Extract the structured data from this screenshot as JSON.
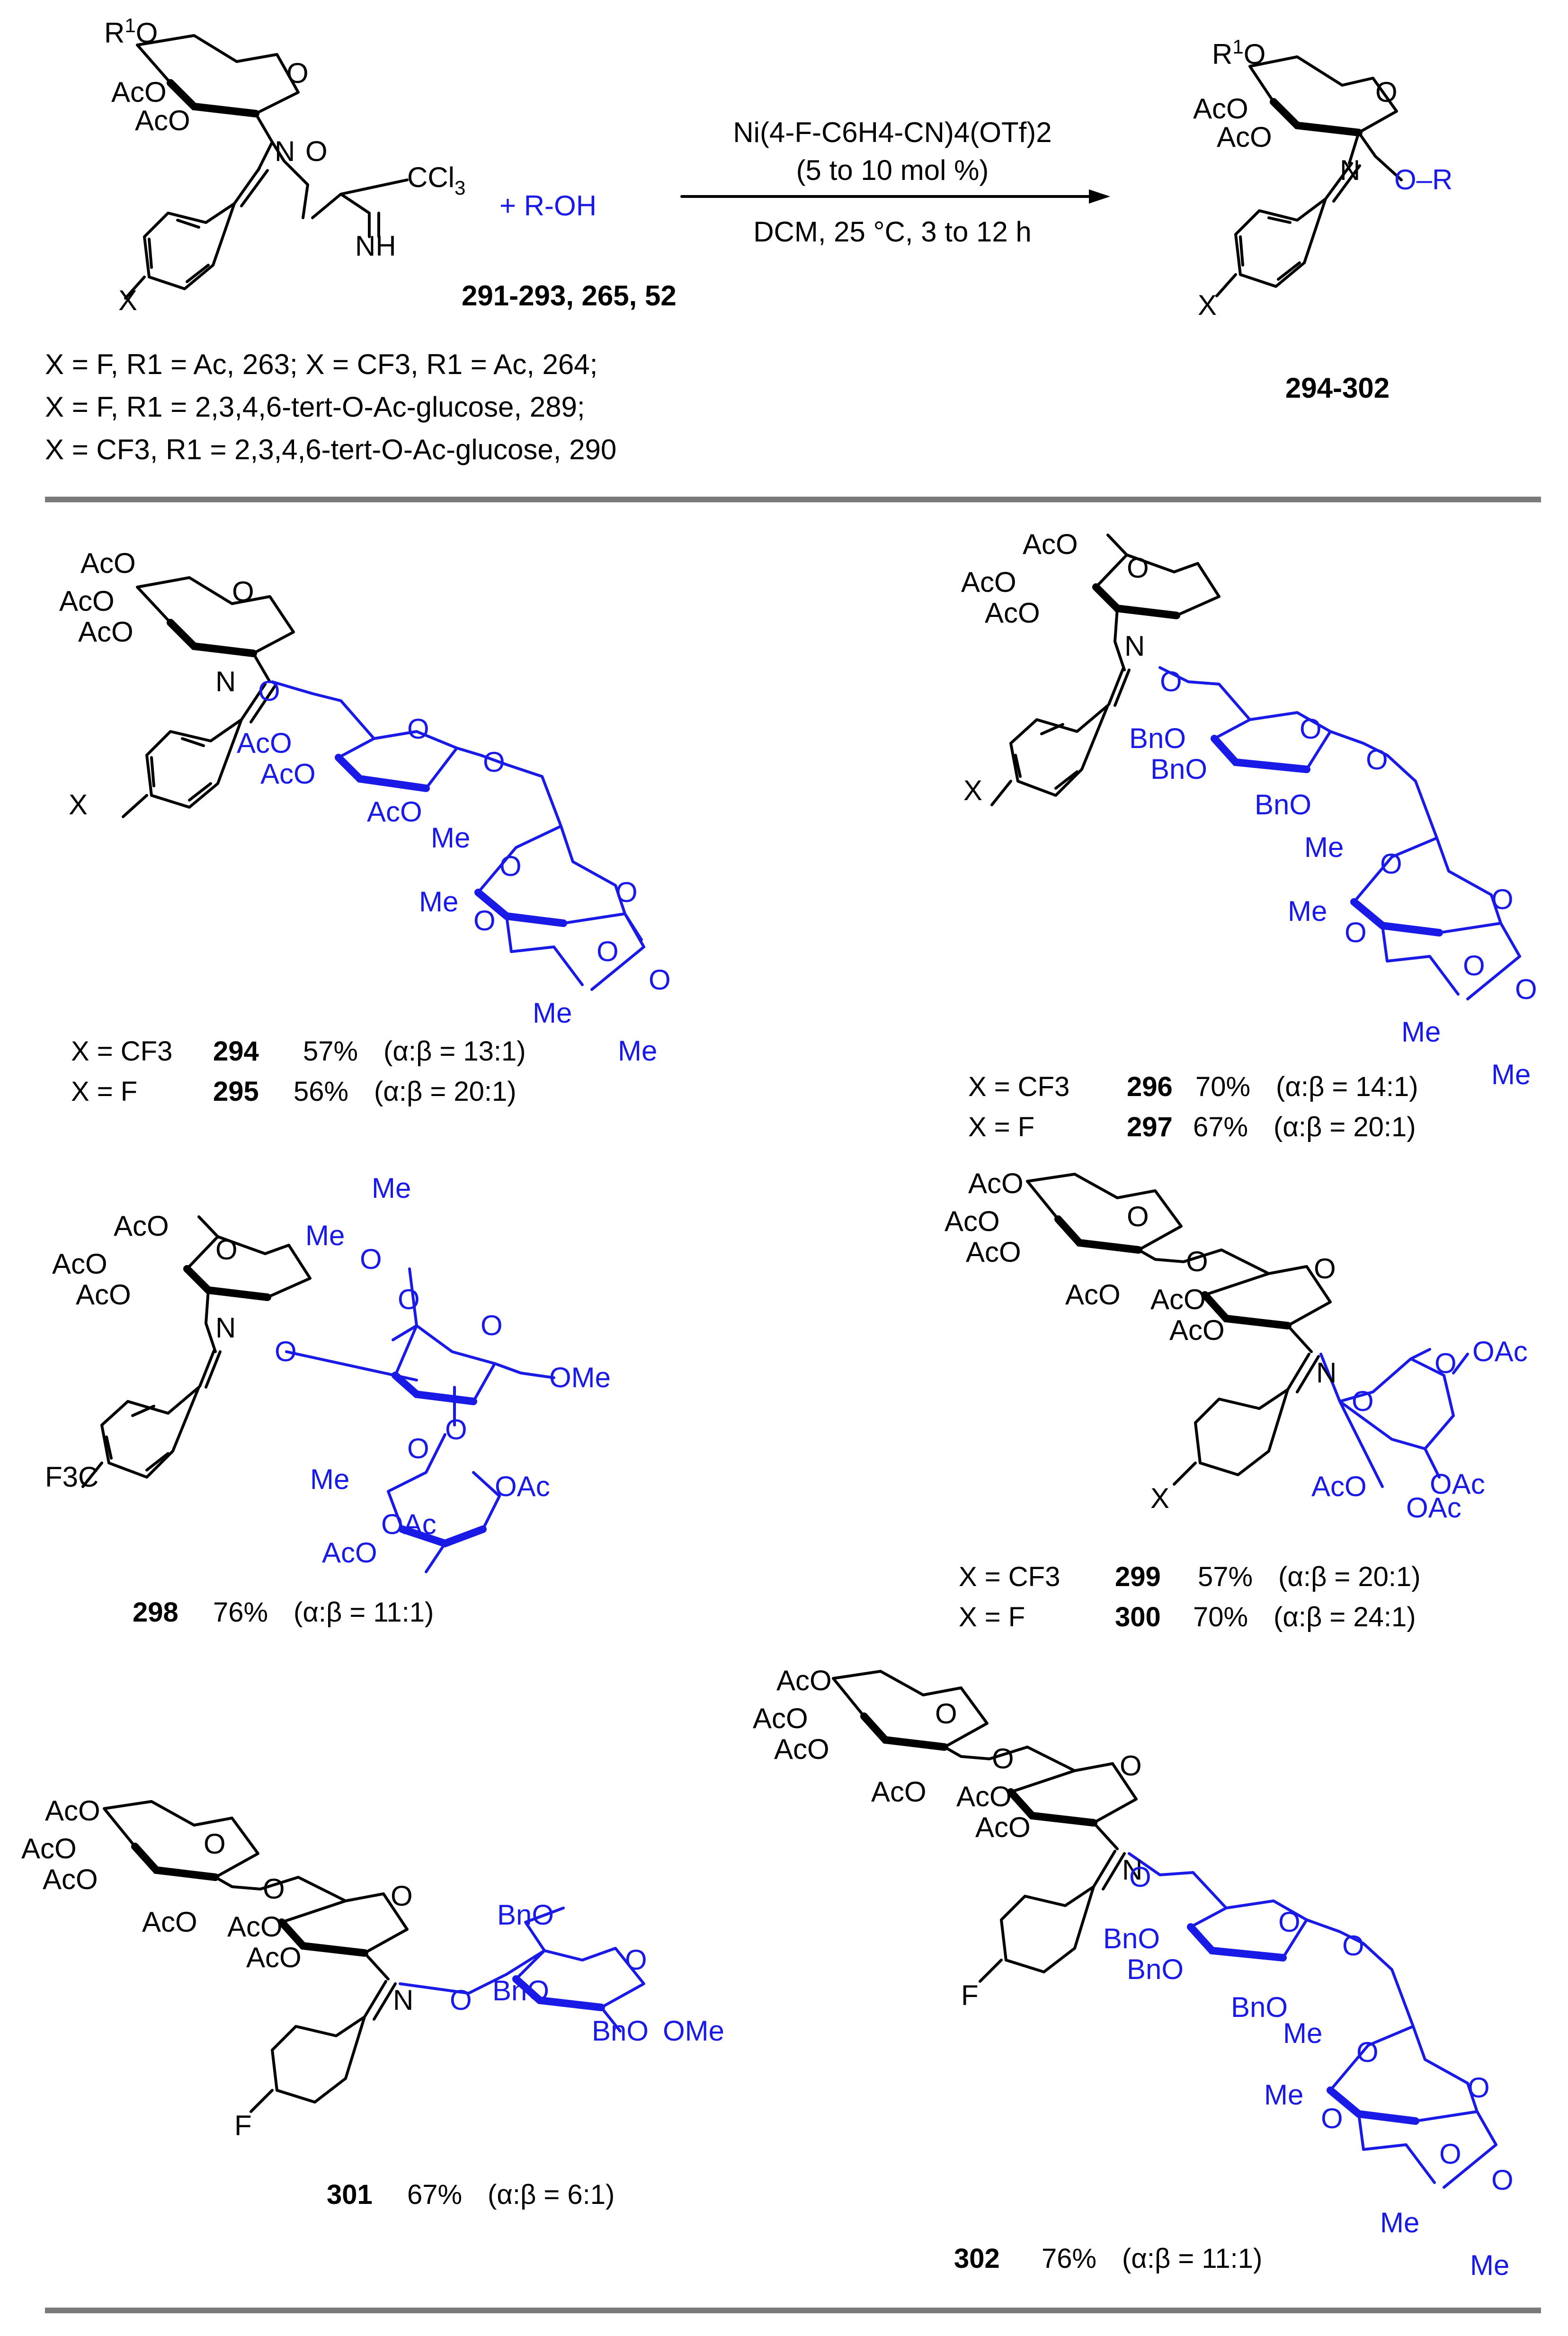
{
  "reaction": {
    "reactant_substituents": [
      "R",
      "1",
      "O",
      "AcO",
      "AcO",
      "N",
      "O",
      "CCl",
      "3",
      "NH",
      "X"
    ],
    "reagent": "+ R-OH",
    "acceptor_ids": "291-293, 265, 52",
    "catalyst": "Ni(4-F-C6H4-CN)4(OTf)2",
    "loading": "(5 to 10 mol %)",
    "conditions": "DCM, 25 °C, 3 to 12 h",
    "product_substituents": [
      "R",
      "1",
      "O",
      "AcO",
      "AcO",
      "N",
      "O",
      "O–R",
      "X"
    ],
    "product_ids": "294-302",
    "donor_lines": [
      "X = F, R1 = Ac, 263; X = CF3, R1 = Ac, 264;",
      "X = F, R1 = 2,3,4,6-tert-O-Ac-glucose, 289;",
      "X = CF3, R1 = 2,3,4,6-tert-O-Ac-glucose, 290"
    ]
  },
  "products": [
    {
      "compound": "294",
      "x_value": "X = CF3",
      "yield": "57%",
      "ratio": "(α:β = 13:1)"
    },
    {
      "compound": "295",
      "x_value": "X = F",
      "yield": "56%",
      "ratio": "(α:β = 20:1)"
    },
    {
      "compound": "296",
      "x_value": "X = CF3",
      "yield": "70%",
      "ratio": "(α:β = 14:1)"
    },
    {
      "compound": "297",
      "x_value": "X = F",
      "yield": "67%",
      "ratio": "(α:β = 20:1)"
    },
    {
      "compound": "298",
      "x_value": "",
      "yield": "76%",
      "ratio": "(α:β = 11:1)"
    },
    {
      "compound": "299",
      "x_value": "X = CF3",
      "yield": "57%",
      "ratio": "(α:β = 20:1)"
    },
    {
      "compound": "300",
      "x_value": "X = F",
      "yield": "70%",
      "ratio": "(α:β = 24:1)"
    },
    {
      "compound": "301",
      "x_value": "",
      "yield": "67%",
      "ratio": "(α:β = 6:1)"
    },
    {
      "compound": "302",
      "x_value": "",
      "yield": "76%",
      "ratio": "(α:β = 11:1)"
    }
  ],
  "atom_labels": {
    "acetyl": "AcO",
    "benzyl": "BnO",
    "oxygen": "O",
    "nitrogen": "N",
    "methyl": "Me",
    "methoxy": "OMe",
    "ester_right": "OAc",
    "x": "X",
    "fluoro": "F",
    "trifluoromethyl": "F3C"
  },
  "colors": {
    "donor": "#000000",
    "acceptor": "#1a1ae6",
    "divider": "#7a7a7a"
  }
}
